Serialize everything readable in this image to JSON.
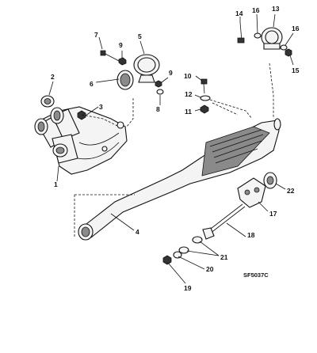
{
  "diagram": {
    "reference_code": "SF5037C",
    "callouts": [
      {
        "id": "c1",
        "label": "1"
      },
      {
        "id": "c2",
        "label": "2"
      },
      {
        "id": "c3",
        "label": "3"
      },
      {
        "id": "c4",
        "label": "4"
      },
      {
        "id": "c5",
        "label": "5"
      },
      {
        "id": "c6",
        "label": "6"
      },
      {
        "id": "c7",
        "label": "7"
      },
      {
        "id": "c8",
        "label": "8"
      },
      {
        "id": "c9a",
        "label": "9"
      },
      {
        "id": "c9b",
        "label": "9"
      },
      {
        "id": "c10",
        "label": "10"
      },
      {
        "id": "c11",
        "label": "11"
      },
      {
        "id": "c12",
        "label": "12"
      },
      {
        "id": "c13",
        "label": "13"
      },
      {
        "id": "c14",
        "label": "14"
      },
      {
        "id": "c15",
        "label": "15"
      },
      {
        "id": "c16a",
        "label": "16"
      },
      {
        "id": "c16b",
        "label": "16"
      },
      {
        "id": "c17",
        "label": "17"
      },
      {
        "id": "c18",
        "label": "18"
      },
      {
        "id": "c19",
        "label": "19"
      },
      {
        "id": "c20",
        "label": "20"
      },
      {
        "id": "c21",
        "label": "21"
      },
      {
        "id": "c22",
        "label": "22"
      }
    ]
  }
}
